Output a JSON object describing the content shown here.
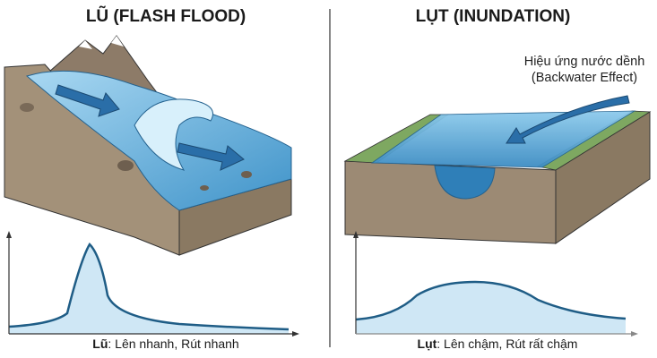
{
  "left": {
    "title": "LŨ (FLASH FLOOD)",
    "caption_bold": "Lũ",
    "caption_rest": ": Lên nhanh, Rút nhanh"
  },
  "right": {
    "title": "LỤT (INUNDATION)",
    "caption_bold": "Lụt",
    "caption_rest": ": Lên chậm, Rút rất chậm",
    "annotation_line1": "Hiệu ứng nước dềnh",
    "annotation_line2": "(Backwater Effect)"
  },
  "colors": {
    "water": "#6fb6e0",
    "water_dark": "#2f7fb8",
    "earth": "#9c8a74",
    "grass": "#7ea861",
    "curve": "#1f5d86",
    "curve_fill": "#cfe7f5"
  }
}
